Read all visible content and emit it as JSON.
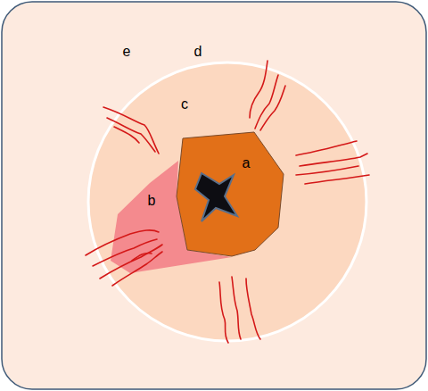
{
  "diagram": {
    "labels": [
      "e",
      "d",
      "c",
      "a",
      "b"
    ]
  }
}
